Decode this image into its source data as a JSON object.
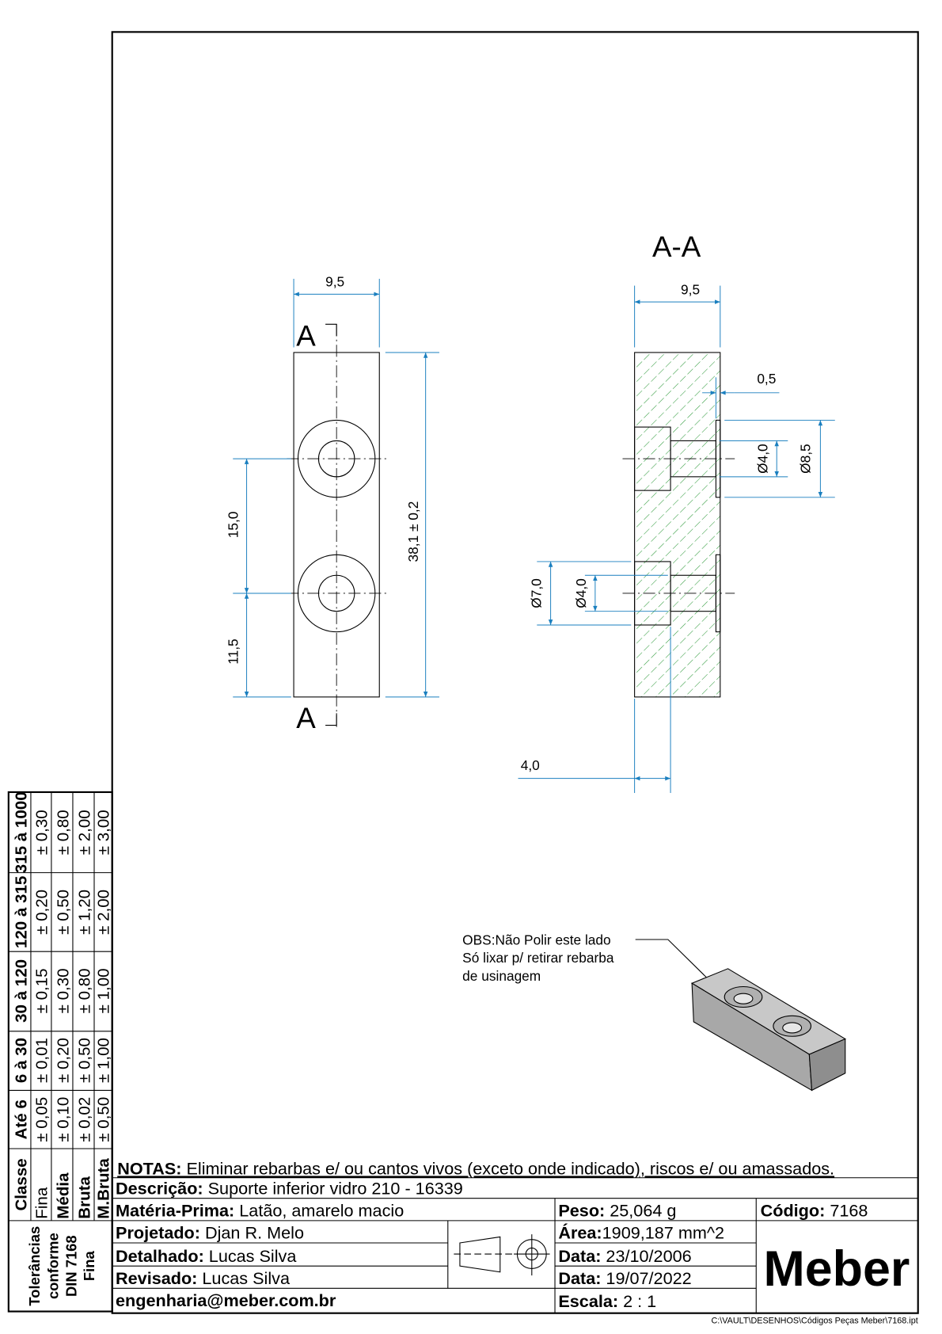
{
  "front_view": {
    "section_mark_top": "A",
    "section_mark_bottom": "A",
    "dim_width": "9,5",
    "dim_length": "38,1 ± 0,2",
    "dim_hole_spacing": "15,0",
    "dim_hole_offset": "11,5"
  },
  "section_view": {
    "title": "A-A",
    "dim_width": "9,5",
    "dim_recess_depth": "0,5",
    "dim_recess_dia": "Ø8,5",
    "dim_hole_dia_top": "Ø4,0",
    "dim_counterbore_dia": "Ø7,0",
    "dim_hole_dia_bottom": "Ø4,0",
    "dim_counterbore_depth": "4,0"
  },
  "observation": {
    "lines": [
      "OBS:Não Polir este lado",
      "Só lixar p/ retirar rebarba",
      "de usinagem"
    ]
  },
  "tolerance_table": {
    "header": [
      "Classe",
      "Até 6",
      "6 à 30",
      "30 à 120",
      "120 à 315",
      "315 à 1000"
    ],
    "rows": [
      {
        "classe": "Fina",
        "values": [
          "± 0,05",
          "± 0,01",
          "± 0,15",
          "± 0,20",
          "± 0,30"
        ]
      },
      {
        "classe": "Média",
        "values": [
          "± 0,10",
          "± 0,20",
          "± 0,30",
          "± 0,50",
          "± 0,80"
        ]
      },
      {
        "classe": "Bruta",
        "values": [
          "± 0,02",
          "± 0,50",
          "± 0,80",
          "± 1,20",
          "± 2,00"
        ]
      },
      {
        "classe": "M.Bruta",
        "values": [
          "± 0,50",
          "± 1,00",
          "± 1,00",
          "± 2,00",
          "± 3,00"
        ]
      }
    ],
    "note_lines": [
      "Tolerâncias",
      "conforme",
      "DIN 7168",
      "Fina"
    ]
  },
  "title_block": {
    "notas_label": "NOTAS:",
    "notas_text": " Eliminar rebarbas e/ ou cantos vivos (exceto onde indicado), riscos e/ ou amassados.",
    "descricao_label": "Descrição:",
    "descricao": " Suporte inferior vidro 210 - 16339",
    "materia_label": "Matéria-Prima:",
    "materia": " Latão, amarelo macio",
    "peso_label": "Peso:",
    "peso": " 25,064 g",
    "codigo_label": "Código:",
    "codigo": " 7168",
    "projetado_label": "Projetado:",
    "projetado": " Djan R. Melo",
    "detalhado_label": "Detalhado:",
    "detalhado": " Lucas Silva",
    "revisado_label": "Revisado:",
    "revisado": " Lucas Silva",
    "email": "engenharia@meber.com.br",
    "area_label": "Área:",
    "area": "1909,187 mm^2",
    "data1_label": "Data:",
    "data1": " 23/10/2006",
    "data2_label": "Data:",
    "data2": " 19/07/2022",
    "escala_label": "Escala:",
    "escala": " 2 : 1",
    "logo": "Meber",
    "file_path": "C:\\VAULT\\DESENHOS\\Códigos Peças Meber\\7168.ipt"
  },
  "colors": {
    "dimension": "#1a7fbf",
    "hatch": "#2e9a3a",
    "part_fill": "#b8b8b8"
  }
}
